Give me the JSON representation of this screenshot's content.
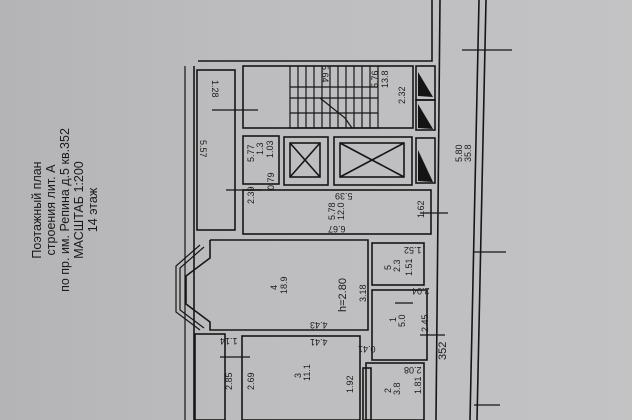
{
  "title_block": {
    "line1": "Поэтажный план",
    "line2": "строения лит. А",
    "line3": "по  пр. им. Репина д.5 кв.352",
    "line4": "МАСШТАБ  1:200",
    "line5": "14 этаж"
  },
  "rooms": [
    {
      "id": "1",
      "number": "1",
      "area": "5.0"
    },
    {
      "id": "2",
      "number": "2",
      "area": "3.8"
    },
    {
      "id": "3",
      "number": "3",
      "area": "11.1"
    },
    {
      "id": "4",
      "number": "4",
      "area": "18.9"
    },
    {
      "id": "5",
      "number": "5",
      "area": "2.3"
    }
  ],
  "common_areas": {
    "stair": {
      "code": "5.76",
      "area": "13.8"
    },
    "corridor": {
      "code": "5.78",
      "area": "12.0"
    },
    "small": {
      "code": "5.77",
      "area": "1.3"
    },
    "outer": {
      "code": "5.80",
      "area": "35.8"
    }
  },
  "ceiling_height": "h=2.80",
  "apartment_number": "352",
  "dimensions": {
    "d_128": "1.28",
    "d_557": "5.57",
    "d_564": "5.64",
    "d_232": "2.32",
    "d_103": "1.03",
    "d_079": "0.79",
    "d_239": "2.39",
    "d_539": "5.39",
    "d_667": "6.67",
    "d_162": "1.62",
    "d_152": "1.52",
    "d_151": "1.51",
    "d_204": "2.04",
    "d_318": "3.18",
    "d_443": "4.43",
    "d_441": "4.41",
    "d_245": "2.45",
    "d_041": "0.41",
    "d_114": "1.14",
    "d_285": "2.85",
    "d_269": "2.69",
    "d_192": "1.92",
    "d_208": "2.08",
    "d_181": "1.81"
  }
}
